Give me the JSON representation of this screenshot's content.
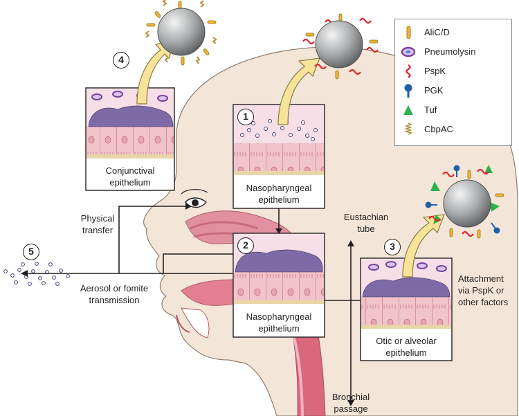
{
  "legend": {
    "items": [
      {
        "label": "AliC/D",
        "icon": "alic-d-rod-icon",
        "color": "#f2b632"
      },
      {
        "label": "Pneumolysin",
        "icon": "pneumolysin-ring-icon",
        "color": "#9b59b6"
      },
      {
        "label": "PspK",
        "icon": "pspk-coil-icon",
        "color": "#e1262d"
      },
      {
        "label": "PGK",
        "icon": "pgk-lollipop-icon",
        "color": "#1f5fa8"
      },
      {
        "label": "Tuf",
        "icon": "tuf-triangle-icon",
        "color": "#2bb24c"
      },
      {
        "label": "CbpAC",
        "icon": "cbpac-spring-icon",
        "color": "#b8913b"
      }
    ]
  },
  "steps": [
    "1",
    "2",
    "3",
    "4",
    "5"
  ],
  "panels": {
    "conjunctival": {
      "line1": "Conjunctival",
      "line2": "epithelium"
    },
    "nasopharyngeal_top": {
      "line1": "Nasopharyngeal",
      "line2": "epithelium"
    },
    "nasopharyngeal_bottom": {
      "line1": "Nasopharyngeal",
      "line2": "epithelium"
    },
    "otic": {
      "line1": "Otic or alveolar",
      "line2": "epithelium"
    }
  },
  "labels": {
    "physical_transfer": {
      "line1": "Physical",
      "line2": "transfer"
    },
    "aerosol": {
      "line1": "Aerosol or fomite",
      "line2": "transmission"
    },
    "eustachian": {
      "line1": "Eustachian",
      "line2": "tube"
    },
    "bronchial": {
      "line1": "Bronchial",
      "line2": "passage"
    },
    "attachment": {
      "line1": "Attachment",
      "line2": "via PspK or",
      "line3": "other factors"
    }
  },
  "colors": {
    "skin": "#f3e6d8",
    "tissue_pink": "#e08a9b",
    "mucus": "#f6dfe6",
    "bacteria": "#7f6aa8",
    "arrow_yellow": "#f7e49a"
  }
}
